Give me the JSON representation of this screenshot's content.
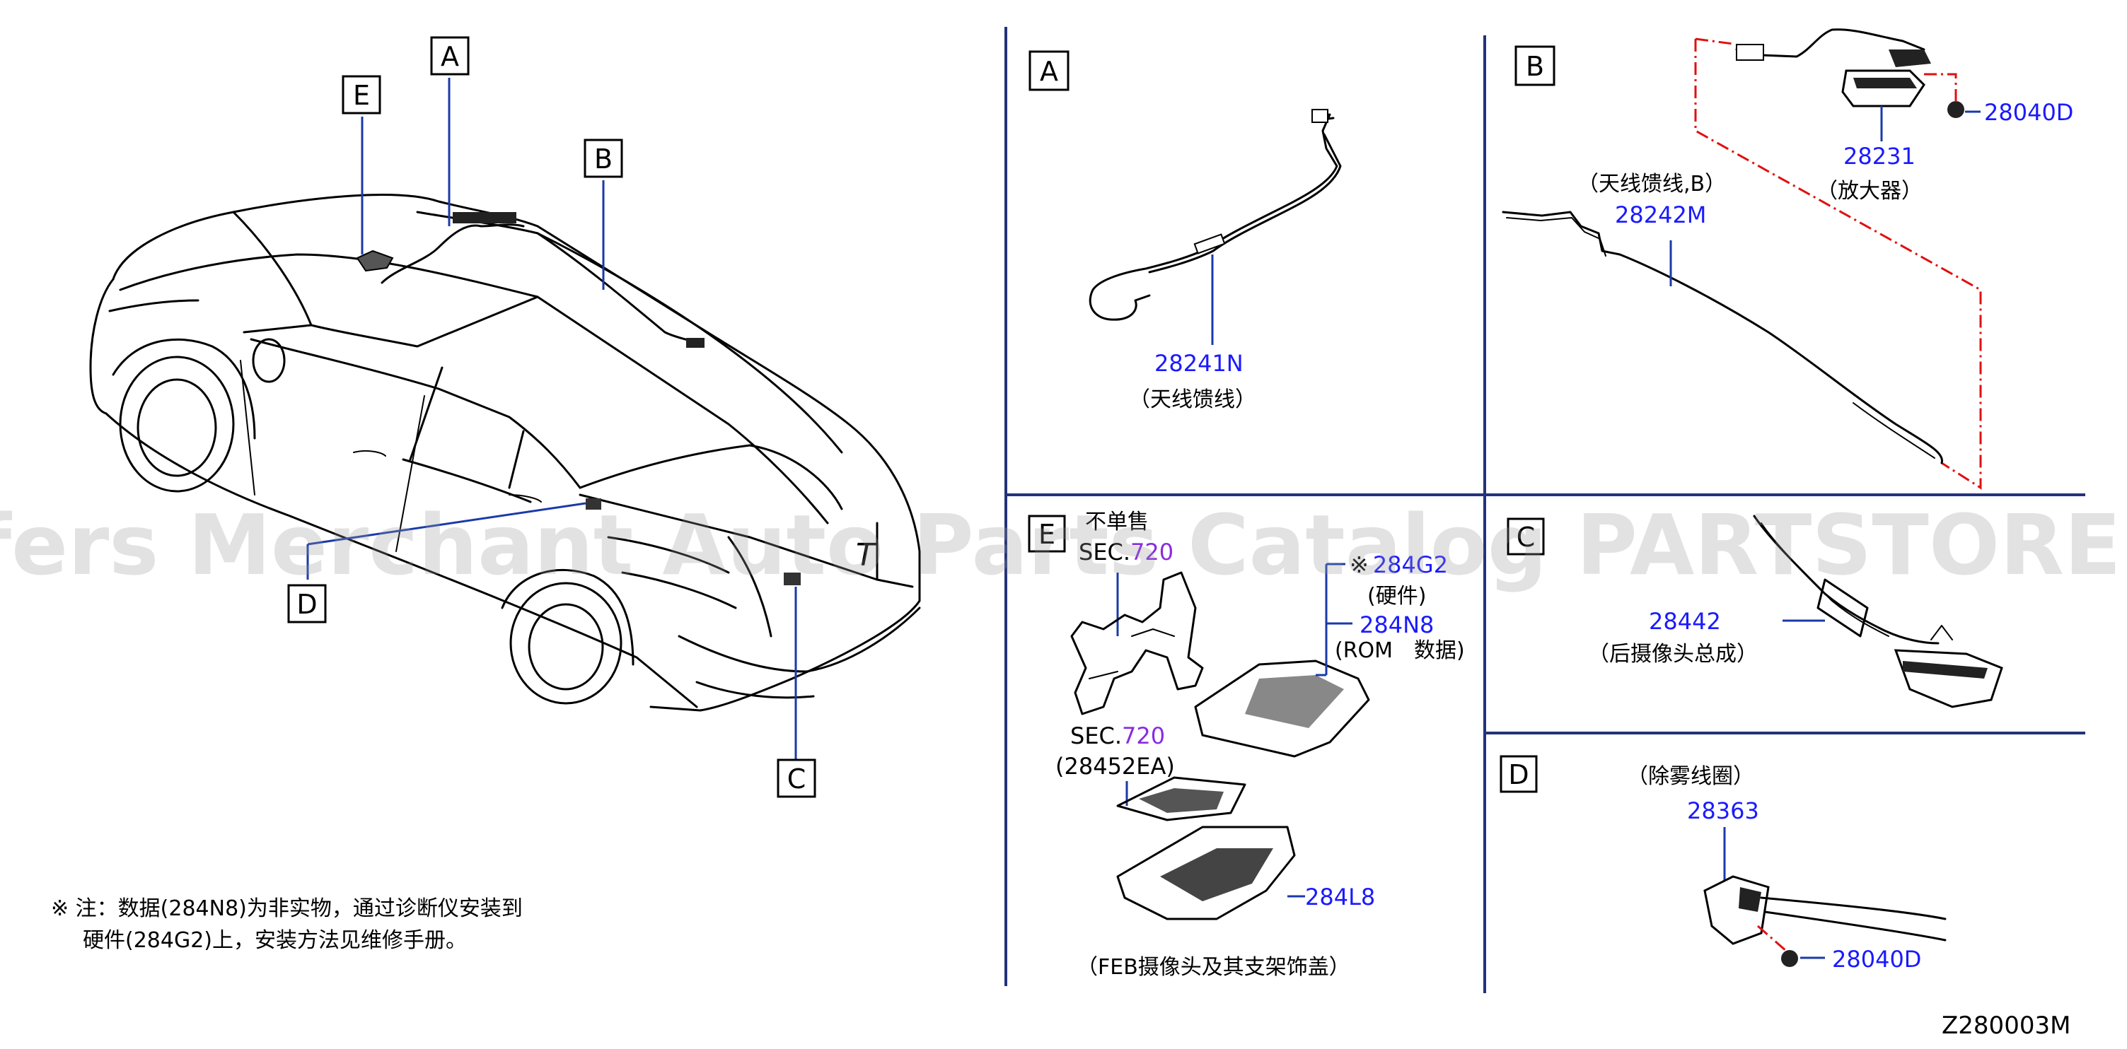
{
  "overview": {
    "callouts": {
      "A": "A",
      "B": "B",
      "C": "C",
      "D": "D",
      "E": "E"
    },
    "car_script": "T"
  },
  "panel_a": {
    "label": "A",
    "part_number": "28241N",
    "part_name": "（天线馈线）"
  },
  "panel_b": {
    "label": "B",
    "cable_name": "（天线馈线,B）",
    "cable_part": "28242M",
    "amp_part": "28231",
    "amp_name": "（放大器）",
    "screw_part": "28040D"
  },
  "panel_e": {
    "label": "E",
    "not_sold": "不单售",
    "sec_top_prefix": "SEC.",
    "sec_top_number": "720",
    "hw_part": "284G2",
    "hw_mark": "※",
    "hw_name": "(硬件)",
    "rom_part": "284N8",
    "rom_name": "(ROM　数据)",
    "sec_bottom_prefix": "SEC.",
    "sec_bottom_number": "720",
    "sec_bottom_sub": "(28452EA)",
    "cover_part": "284L8",
    "caption": "（FEB摄像头及其支架饰盖）"
  },
  "panel_c": {
    "label": "C",
    "part_number": "28442",
    "part_name": "（后摄像头总成）"
  },
  "panel_d": {
    "label": "D",
    "part_name": "（除雾线圈）",
    "part_number": "28363",
    "screw_part": "28040D"
  },
  "note": {
    "line1": "※ 注：数据(284N8)为非实物，通过诊断仪安装到",
    "line2": "硬件(284G2)上，安装方法见维修手册。"
  },
  "diagram_code": "Z280003M",
  "watermark": "Offers Merchant Auto Parts Catalog PARTSTORE.SA",
  "colors": {
    "part_number": "#1a1aff",
    "section_number": "#8a2be2",
    "divider": "#23327a",
    "dashed": "#e01010"
  }
}
